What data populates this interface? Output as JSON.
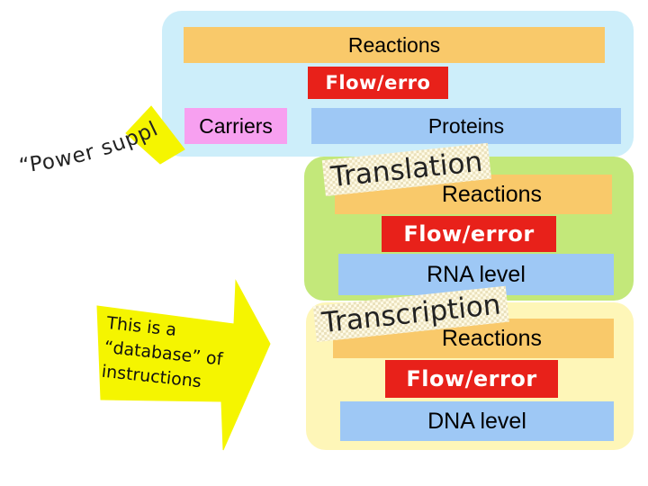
{
  "top_panel": {
    "reactions_label": "Reactions",
    "flow_label": "Flow/erro",
    "carriers_label": "Carriers",
    "proteins_label": "Proteins"
  },
  "middle_panel": {
    "reactions_label": "Reactions",
    "flow_label": "Flow/error",
    "level_label": "RNA level",
    "process_label": "Translation"
  },
  "bottom_panel": {
    "reactions_label": "Reactions",
    "flow_label": "Flow/error",
    "level_label": "DNA level",
    "process_label": "Transcription"
  },
  "power_arrow": {
    "label": "“Power supply”"
  },
  "database_arrow": {
    "label_line1": "This is a",
    "label_line2": "“database” of",
    "label_line3": "instructions"
  },
  "colors": {
    "top_panel": "#cdeefa",
    "middle_panel": "#c3e87a",
    "bottom_panel": "#fef6b8",
    "arrow": "#f5f500",
    "reactions": "#f9c96a",
    "flow": "#e8211a",
    "level": "#9ec8f5",
    "carriers": "#f7a0f0"
  }
}
